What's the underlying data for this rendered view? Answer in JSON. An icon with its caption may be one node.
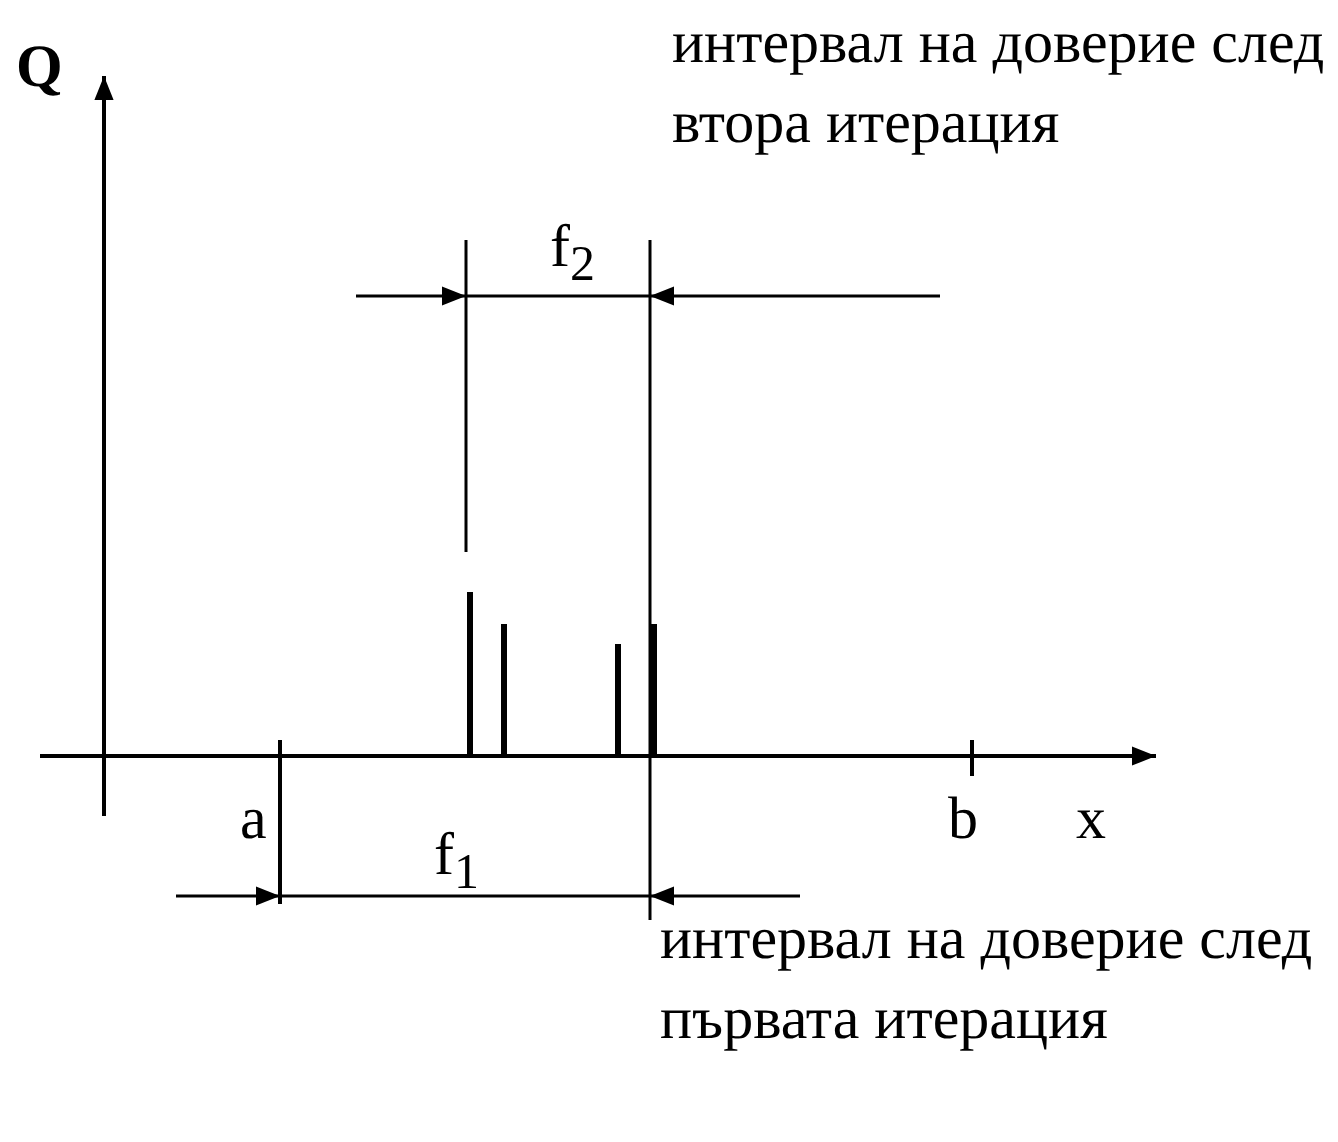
{
  "diagram": {
    "labels": [
      "Q",
      "интервал на доверие след втора итерация",
      "f$_{2}$",
      "a",
      "f$_{1}$",
      "b",
      "x",
      "интервал на доверие след първата итерация"
    ]
  }
}
